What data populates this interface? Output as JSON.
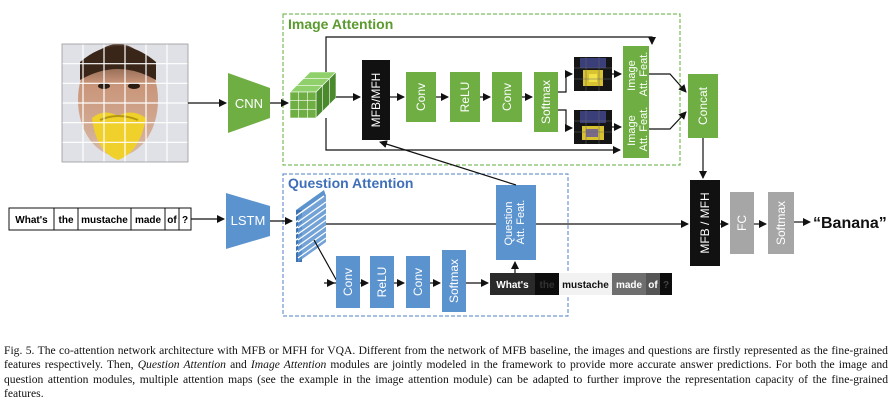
{
  "colors": {
    "green": "#6fae43",
    "blue": "#5b93cf",
    "black": "#111111",
    "gray": "#a6a6a6",
    "image_attention_border": "#5fae3a",
    "question_attention_border": "#4d7fc4"
  },
  "modules": {
    "image_attention_title": "Image Attention",
    "question_attention_title": "Question Attention"
  },
  "blocks": {
    "cnn": "CNN",
    "lstm": "LSTM",
    "mfb_mfh_top": "MFB/MFH",
    "mfb_mfh_fusion": "MFB / MFH",
    "conv": "Conv",
    "relu": "ReLU",
    "softmax": "Softmax",
    "concat": "Concat",
    "fc": "FC",
    "image_att_feat_line1": "Image",
    "image_att_feat_line2": "Att. Feat.",
    "question_att_feat_line1": "Question",
    "question_att_feat_line2": "Att. Feat."
  },
  "question_tokens": [
    "What's",
    "the",
    "mustache",
    "made",
    "of",
    "?"
  ],
  "answer": "“Banana”",
  "caption": {
    "fig_label": "Fig. 5.",
    "text_1": "The co-attention network architecture with MFB or MFH for VQA. Different from the network of MFB baseline, the images and questions are firstly represented as the fine-grained features respectively. Then,",
    "qa_module": "Question Attention",
    "and": "and",
    "ia_module": "Image Attention",
    "text_2": "modules are jointly modeled in the framework to provide more accurate answer predictions. For both the image and question attention modules, multiple attention maps (see the example in the image attention module) can be adapted to further improve the representation capacity of the fine-grained features."
  }
}
